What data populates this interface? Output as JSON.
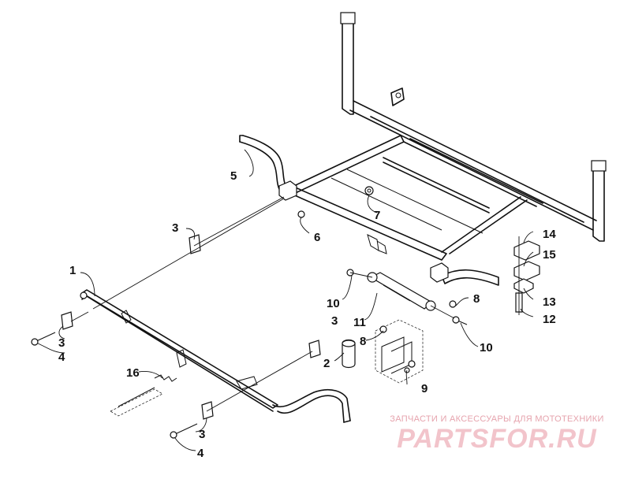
{
  "diagram": {
    "labels": {
      "l1": "1",
      "l2": "2",
      "l3a": "3",
      "l3b": "3",
      "l3c": "3",
      "l3d": "3",
      "l4a": "4",
      "l4b": "4",
      "l5": "5",
      "l6": "6",
      "l7": "7",
      "l8a": "8",
      "l8b": "8",
      "l9": "9",
      "l10a": "10",
      "l10b": "10",
      "l11": "11",
      "l12": "12",
      "l13": "13",
      "l14": "14",
      "l15": "15",
      "l16": "16"
    }
  },
  "watermark": {
    "top": "ЗАПЧАСТИ И АКСЕССУАРЫ ДЛЯ МОТОТЕХНИКИ",
    "main": "PARTSFOR.RU"
  },
  "colors": {
    "line": "#111111",
    "background": "#ffffff",
    "watermark": "#f2c4cb"
  }
}
